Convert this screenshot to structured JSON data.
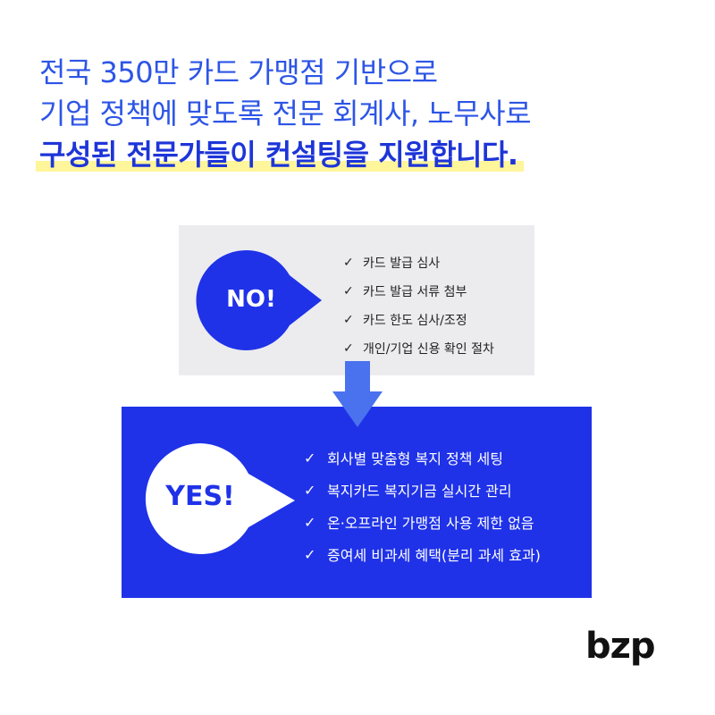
{
  "headline": {
    "line1": "전국 350만 카드 가맹점 기반으로",
    "line2": "기업 정책에 맞도록 전문 회계사, 노무사로",
    "line3": "구성된 전문가들이 컨설팅을 지원합니다."
  },
  "no_section": {
    "label": "NO!",
    "items": [
      "카드 발급 심사",
      "카드 발급 서류 첨부",
      "카드 한도 심사/조정",
      "개인/기업 신용 확인 절차"
    ]
  },
  "yes_section": {
    "label": "YES!",
    "items": [
      "회사별 맞춤형 복지 정책 세팅",
      "복지카드 복지기금 실시간 관리",
      "온·오프라인 가맹점 사용 제한 없음",
      "증여세 비과세 혜택(분리 과세 효과)"
    ]
  },
  "check_glyph": "✓",
  "logo": "bzp",
  "colors": {
    "headline_blue": "#2d55e6",
    "accent_blue": "#1f32e8",
    "highlight_yellow": "#fff59a",
    "no_panel_bg": "#ececef",
    "arrow_blue": "#4a72ee"
  }
}
